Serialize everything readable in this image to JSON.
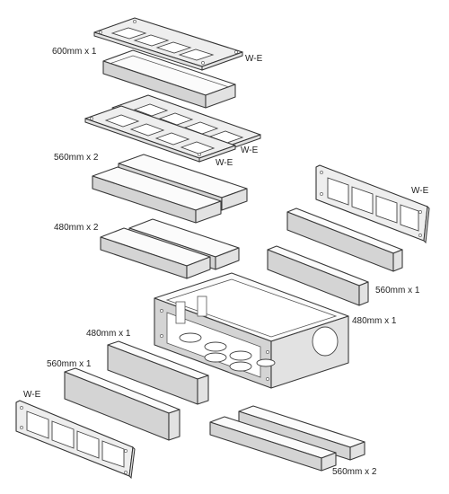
{
  "labels": {
    "top_600": "600mm x 1",
    "top_we_1": "W-E",
    "top_560": "560mm x 2",
    "top_we_2": "W-E",
    "top_we_3": "W-E",
    "left_480": "480mm x 2",
    "right_we": "W-E",
    "right_560": "560mm x 1",
    "right_480": "480mm x 1",
    "front_480": "480mm x 1",
    "front_560": "560mm x 1",
    "front_we": "W-E",
    "bottom_560": "560mm x 2"
  },
  "colors": {
    "stroke": "#3a3a3a",
    "panel": "#f4f4f4",
    "shade": "#d4d4d4",
    "background": "#ffffff"
  }
}
